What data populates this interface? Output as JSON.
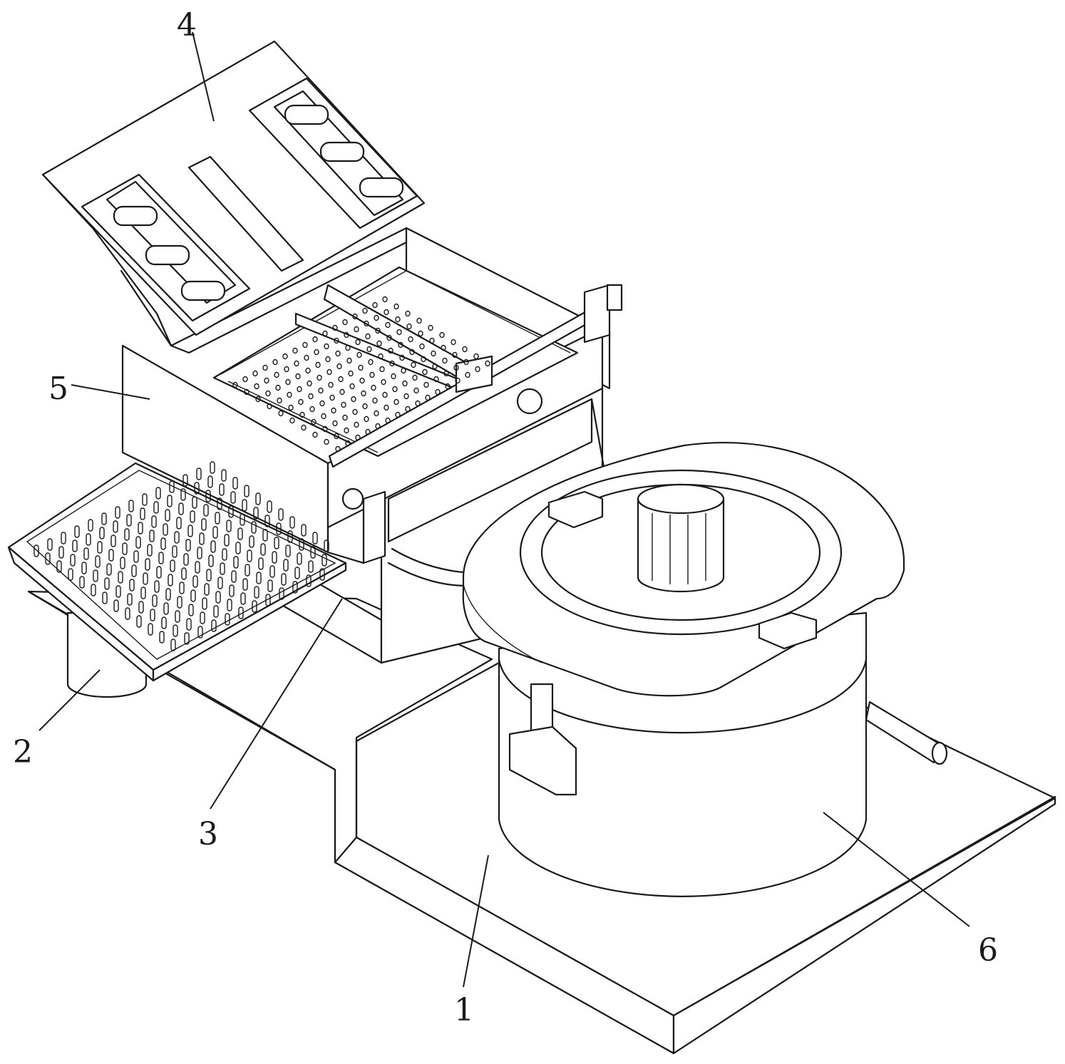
{
  "figure": {
    "type": "patent-perspective-drawing",
    "callouts": [
      {
        "id": "callout-1",
        "label": "1"
      },
      {
        "id": "callout-2",
        "label": "2"
      },
      {
        "id": "callout-3",
        "label": "3"
      },
      {
        "id": "callout-4",
        "label": "4"
      },
      {
        "id": "callout-5",
        "label": "5"
      },
      {
        "id": "callout-6",
        "label": "6"
      }
    ]
  }
}
